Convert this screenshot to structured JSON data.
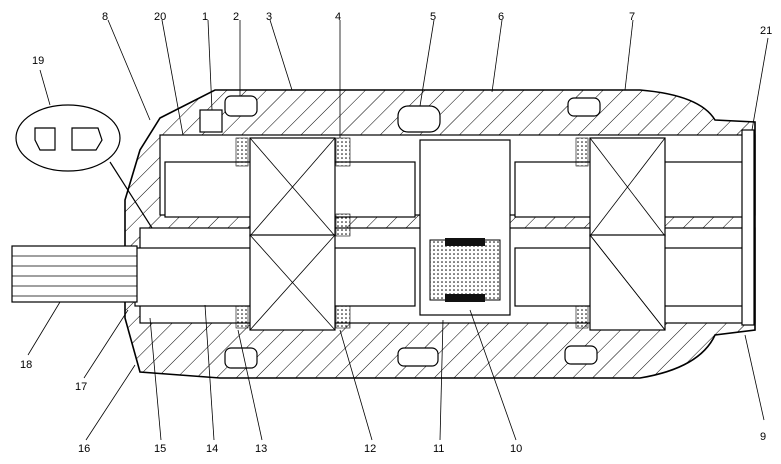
{
  "figure": {
    "callouts": [
      "1",
      "2",
      "3",
      "4",
      "5",
      "6",
      "7",
      "8",
      "9",
      "10",
      "11",
      "12",
      "13",
      "14",
      "15",
      "16",
      "17",
      "18",
      "19",
      "20",
      "21"
    ]
  }
}
